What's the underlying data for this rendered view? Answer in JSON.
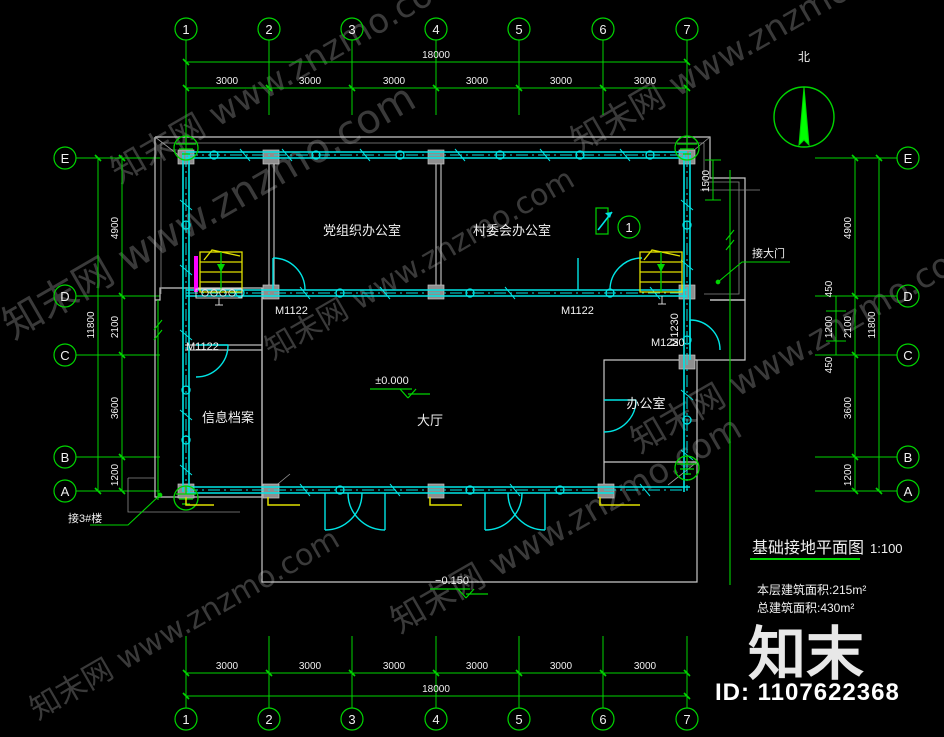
{
  "drawing": {
    "title": "基础接地平面图",
    "scale": "1:100",
    "area_floor": "本层建筑面积:215m²",
    "area_total": "总建筑面积:430m²",
    "north_label": "北"
  },
  "grid": {
    "top_axes": [
      "1",
      "2",
      "3",
      "4",
      "5",
      "6",
      "7"
    ],
    "bottom_axes": [
      "1",
      "2",
      "3",
      "4",
      "5",
      "6",
      "7"
    ],
    "left_axes": [
      "E",
      "D",
      "C",
      "B",
      "A"
    ],
    "right_axes": [
      "E",
      "D",
      "C",
      "B",
      "A"
    ],
    "horizontal_bays": [
      "3000",
      "3000",
      "3000",
      "3000",
      "3000",
      "3000"
    ],
    "horizontal_total": "18000",
    "vertical_bays": [
      "4900",
      "2100",
      "3600",
      "1200"
    ],
    "vertical_total": "11800",
    "vertical_sub": [
      "450",
      "1200",
      "450"
    ],
    "detail_dim": "1500"
  },
  "rooms": [
    {
      "name": "党组织办公室"
    },
    {
      "name": "村委会办公室"
    },
    {
      "name": "信息档案"
    },
    {
      "name": "大厅"
    },
    {
      "name": "办公室"
    }
  ],
  "doors": [
    {
      "tag": "M1122"
    },
    {
      "tag": "M1122"
    },
    {
      "tag": "M1122"
    },
    {
      "tag": "M1230"
    }
  ],
  "elevations": [
    {
      "value": "±0.000"
    },
    {
      "value": "−0.150"
    }
  ],
  "annotations": [
    {
      "text": "接大门"
    },
    {
      "text": "接3#楼"
    },
    {
      "text": "1"
    }
  ],
  "watermark": {
    "text": "知末网 www.znzmo.com",
    "brand": "知末",
    "id": "ID: 1107622368"
  },
  "colors": {
    "background": "#000000",
    "grid_green": "#00d400",
    "conductor_cyan": "#00e5e5",
    "wall_gray": "#c0c0c0",
    "column_gray": "#9a9a9a",
    "stair_yellow": "#e0e000",
    "accent_magenta": "#ff00ff",
    "text_white": "#f0f0f0"
  }
}
